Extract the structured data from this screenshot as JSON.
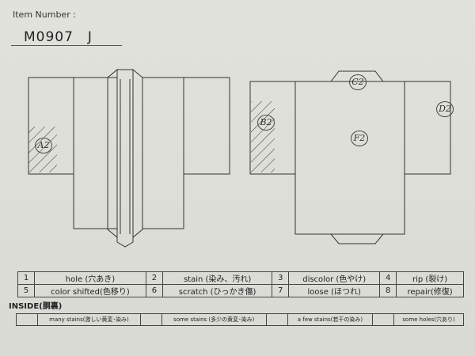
{
  "item": {
    "label": "Item Number :",
    "value": "M0907　J"
  },
  "marks": {
    "front_left_sleeve": "A2",
    "back_collar": "C2",
    "back_left_sleeve": "B2",
    "back_body": "F2",
    "back_right_sleeve": "D2"
  },
  "legend": [
    {
      "num": "1",
      "label": "hole (穴あき)"
    },
    {
      "num": "2",
      "label": "stain (染み、汚れ)"
    },
    {
      "num": "3",
      "label": "discolor (色やけ)"
    },
    {
      "num": "4",
      "label": "rip (裂け)"
    },
    {
      "num": "5",
      "label": "color shifted(色移り)"
    },
    {
      "num": "6",
      "label": "scratch (ひっかき傷)"
    },
    {
      "num": "7",
      "label": "loose (ほつれ)"
    },
    {
      "num": "8",
      "label": "repair(修復)"
    }
  ],
  "inside": {
    "label": "INSIDE(胴裏)",
    "items": [
      "many stains(激しい黄変･染み)",
      "some stains (多少の黄変･染み)",
      "a few stains(若干の染み)",
      "some holes(穴あり)"
    ]
  }
}
